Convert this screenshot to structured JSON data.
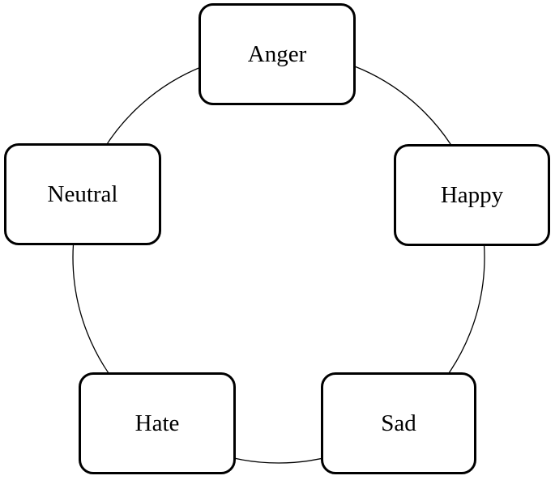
{
  "diagram": {
    "type": "cycle",
    "colors": {
      "stroke": "#000000",
      "background": "#ffffff"
    },
    "nodes": [
      {
        "id": "anger",
        "label": "Anger"
      },
      {
        "id": "happy",
        "label": "Happy"
      },
      {
        "id": "sad",
        "label": "Sad"
      },
      {
        "id": "hate",
        "label": "Hate"
      },
      {
        "id": "neutral",
        "label": "Neutral"
      }
    ]
  }
}
